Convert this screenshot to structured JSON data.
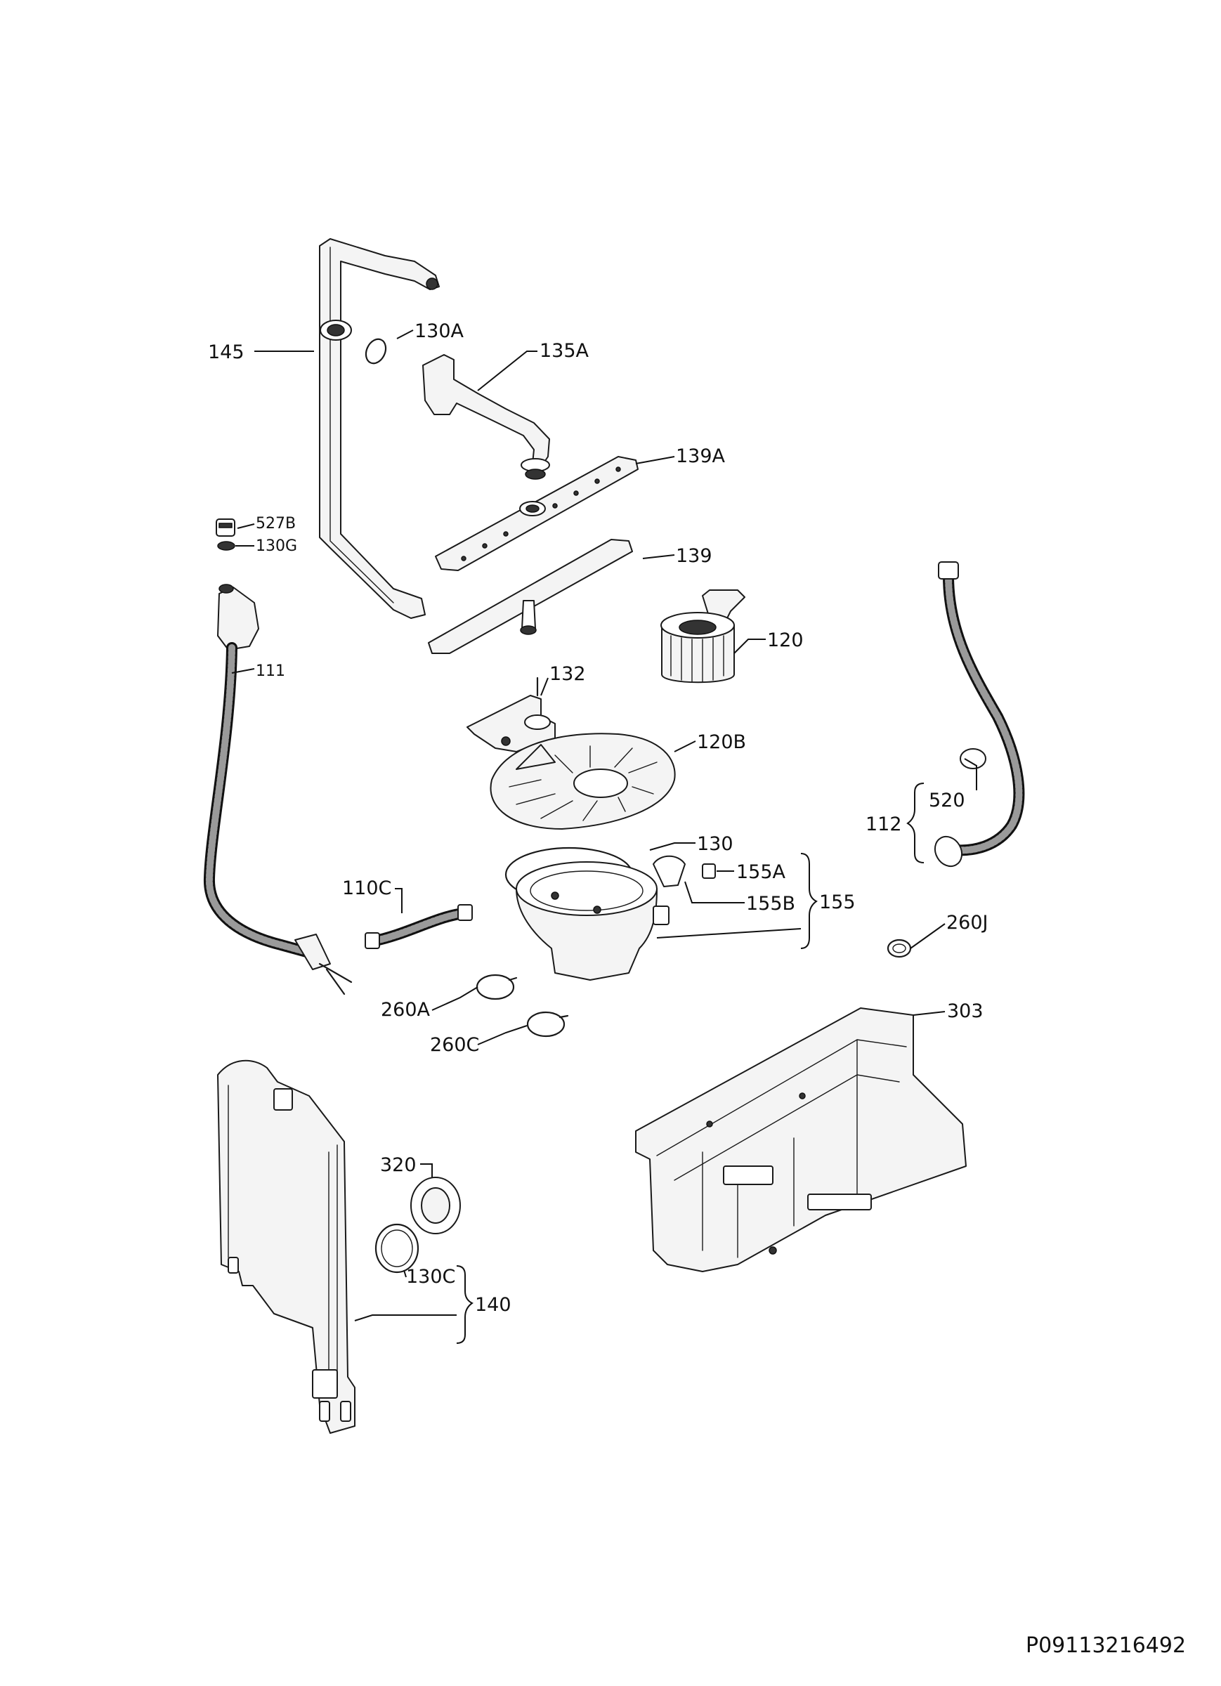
{
  "labels": {
    "l145": "145",
    "l130A": "130A",
    "l135A": "135A",
    "l139A": "139A",
    "l527B": "527B",
    "l130G": "130G",
    "l139": "139",
    "l111": "111",
    "l120": "120",
    "l132": "132",
    "l120B": "120B",
    "l520": "520",
    "l112": "112",
    "l130": "130",
    "l110C": "110C",
    "l155A": "155A",
    "l155B": "155B",
    "l155": "155",
    "l260J": "260J",
    "l260A": "260A",
    "l260C": "260C",
    "l303": "303",
    "l320": "320",
    "l130C": "130C",
    "l140": "140"
  },
  "drawing_code": "P09113216492"
}
